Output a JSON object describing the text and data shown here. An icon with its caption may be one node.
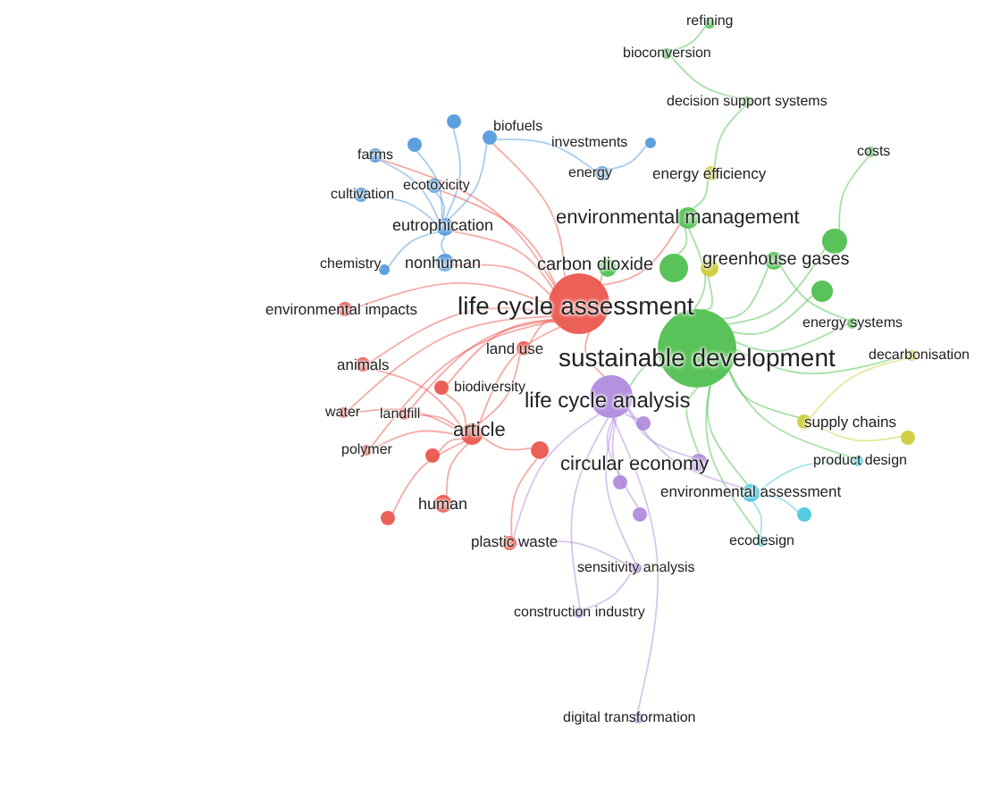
{
  "diagram": {
    "nodes": [
      {
        "text": [
          "refining"
        ]
      },
      {
        "text": [
          "bioconversion"
        ]
      },
      {
        "text": [
          "decision support systems"
        ]
      },
      {
        "text": [
          "biofuels"
        ]
      },
      {
        "text": [
          "investments"
        ]
      },
      {
        "text": [
          "costs"
        ]
      },
      {
        "text": [
          "farms"
        ]
      },
      {
        "text": [
          "energy"
        ]
      },
      {
        "text": [
          "energy efficiency"
        ]
      },
      {
        "text": [
          "ecotoxicity"
        ]
      },
      {
        "text": [
          "cultivation"
        ]
      },
      {
        "text": [
          "environmental management"
        ]
      },
      {
        "text": [
          "eutrophication"
        ]
      },
      {
        "text": [
          "greenhouse gases"
        ]
      },
      {
        "text": [
          "nonhuman"
        ]
      },
      {
        "text": [
          "chemistry"
        ]
      },
      {
        "text": [
          "carbon dioxide"
        ]
      },
      {
        "text": [
          "life cycle assessment"
        ]
      },
      {
        "text": [
          "environmental impacts"
        ]
      },
      {
        "text": [
          "energy systems"
        ]
      },
      {
        "text": [
          "land use"
        ]
      },
      {
        "text": [
          "sustainable development"
        ]
      },
      {
        "text": [
          "decarbonisation"
        ]
      },
      {
        "text": [
          "animals"
        ]
      },
      {
        "text": [
          "biodiversity"
        ]
      },
      {
        "text": [
          "life cycle analysis"
        ]
      },
      {
        "text": [
          "water"
        ]
      },
      {
        "text": [
          "landfill"
        ]
      },
      {
        "text": [
          "supply chains"
        ]
      },
      {
        "text": [
          "article"
        ]
      },
      {
        "text": [
          "polymer"
        ]
      },
      {
        "text": [
          "product design"
        ]
      },
      {
        "text": [
          "circular economy"
        ]
      },
      {
        "text": [
          "environmental assessment"
        ]
      },
      {
        "text": [
          "human"
        ]
      },
      {
        "text": [
          "ecodesign"
        ]
      },
      {
        "text": [
          "plastic waste"
        ]
      },
      {
        "text": [
          "sensitivity analysis"
        ]
      },
      {
        "text": [
          "construction industry"
        ]
      },
      {
        "text": [
          "digital transformation"
        ]
      },
      {
        "text": [],
        "shape": "circle"
      },
      {
        "text": [],
        "shape": "circle"
      },
      {
        "text": [],
        "shape": "circle"
      },
      {
        "text": [],
        "shape": "circle"
      },
      {
        "text": [],
        "shape": "circle"
      },
      {
        "text": [],
        "shape": "circle"
      },
      {
        "text": [],
        "shape": "circle"
      },
      {
        "text": [],
        "shape": "circle"
      },
      {
        "text": [],
        "shape": "circle"
      },
      {
        "text": [],
        "shape": "circle"
      },
      {
        "text": [],
        "shape": "circle"
      },
      {
        "text": [],
        "shape": "circle"
      },
      {
        "text": [],
        "shape": "circle"
      },
      {
        "text": [],
        "shape": "circle"
      }
    ],
    "edges": [
      {
        "from": 17,
        "to": 3,
        "arrow": "none",
        "color": "#e8443a"
      },
      {
        "from": 17,
        "to": 6,
        "arrow": "none",
        "color": "#e8443a"
      },
      {
        "from": 17,
        "to": 9,
        "arrow": "none",
        "color": "#e8443a"
      },
      {
        "from": 17,
        "to": 12,
        "arrow": "none",
        "color": "#e8443a"
      },
      {
        "from": 17,
        "to": 14,
        "arrow": "none",
        "color": "#e8443a"
      },
      {
        "from": 17,
        "to": 16,
        "arrow": "none",
        "color": "#e8443a"
      },
      {
        "from": 17,
        "to": 18,
        "arrow": "none",
        "color": "#e8443a"
      },
      {
        "from": 17,
        "to": 20,
        "arrow": "none",
        "color": "#e8443a"
      },
      {
        "from": 17,
        "to": 23,
        "arrow": "none",
        "color": "#e8443a"
      },
      {
        "from": 17,
        "to": 24,
        "arrow": "none",
        "color": "#e8443a"
      },
      {
        "from": 17,
        "to": 26,
        "arrow": "none",
        "color": "#e8443a"
      },
      {
        "from": 17,
        "to": 27,
        "arrow": "none",
        "color": "#e8443a"
      },
      {
        "from": 17,
        "to": 29,
        "arrow": "none",
        "color": "#e8443a"
      },
      {
        "from": 17,
        "to": 30,
        "arrow": "none",
        "color": "#e8443a"
      },
      {
        "from": 17,
        "to": 25,
        "arrow": "none",
        "color": "#e8443a"
      },
      {
        "from": 17,
        "to": 11,
        "arrow": "none",
        "color": "#e8443a"
      },
      {
        "from": 11,
        "to": 8,
        "arrow": "none",
        "color": "#3cb83c"
      },
      {
        "from": 21,
        "to": 11,
        "arrow": "none",
        "color": "#3cb83c"
      },
      {
        "from": 21,
        "to": 13,
        "arrow": "none",
        "color": "#3cb83c"
      },
      {
        "from": 21,
        "to": 19,
        "arrow": "none",
        "color": "#3cb83c"
      },
      {
        "from": 21,
        "to": 22,
        "arrow": "none",
        "color": "#3cb83c"
      },
      {
        "from": 21,
        "to": 28,
        "arrow": "none",
        "color": "#3cb83c"
      },
      {
        "from": 21,
        "to": 31,
        "arrow": "none",
        "color": "#3cb83c"
      },
      {
        "from": 21,
        "to": 33,
        "arrow": "none",
        "color": "#3cb83c"
      },
      {
        "from": 21,
        "to": 35,
        "arrow": "none",
        "color": "#3cb83c"
      },
      {
        "from": 21,
        "to": 32,
        "arrow": "none",
        "color": "#3cb83c"
      },
      {
        "from": 21,
        "to": 25,
        "arrow": "none",
        "color": "#3cb83c"
      },
      {
        "from": 21,
        "to": 51,
        "arrow": "none",
        "color": "#3cb83c"
      },
      {
        "from": 21,
        "to": 52,
        "arrow": "none",
        "color": "#3cb83c"
      },
      {
        "from": 21,
        "to": 49,
        "arrow": "none",
        "color": "#3cb83c"
      },
      {
        "from": 48,
        "to": 11,
        "arrow": "none",
        "color": "#3cb83c"
      },
      {
        "from": 7,
        "to": 3,
        "arrow": "none",
        "color": "#3f8fd8"
      },
      {
        "from": 7,
        "to": 4,
        "arrow": "none",
        "color": "#3f8fd8"
      },
      {
        "from": 25,
        "to": 32,
        "arrow": "none",
        "color": "#a77fd9"
      },
      {
        "from": 25,
        "to": 37,
        "arrow": "none",
        "color": "#a77fd9"
      },
      {
        "from": 25,
        "to": 38,
        "arrow": "none",
        "color": "#a77fd9"
      },
      {
        "from": 25,
        "to": 36,
        "arrow": "none",
        "color": "#a77fd9"
      },
      {
        "from": 25,
        "to": 45,
        "arrow": "none",
        "color": "#a77fd9"
      },
      {
        "from": 25,
        "to": 46,
        "arrow": "none",
        "color": "#a77fd9"
      },
      {
        "from": 25,
        "to": 47,
        "arrow": "none",
        "color": "#a77fd9"
      },
      {
        "from": 25,
        "to": 33,
        "arrow": "none",
        "color": "#a77fd9"
      },
      {
        "from": 39,
        "to": 25,
        "arrow": "none",
        "color": "#a77fd9"
      },
      {
        "from": 12,
        "to": 6,
        "arrow": "none",
        "color": "#3f8fd8"
      },
      {
        "from": 12,
        "to": 10,
        "arrow": "none",
        "color": "#3f8fd8"
      },
      {
        "from": 12,
        "to": 9,
        "arrow": "none",
        "color": "#3f8fd8"
      },
      {
        "from": 12,
        "to": 3,
        "arrow": "none",
        "color": "#3f8fd8"
      },
      {
        "from": 12,
        "to": 14,
        "arrow": "none",
        "color": "#3f8fd8"
      },
      {
        "from": 12,
        "to": 15,
        "arrow": "none",
        "color": "#3f8fd8"
      },
      {
        "from": 12,
        "to": 43,
        "arrow": "none",
        "color": "#3f8fd8"
      },
      {
        "from": 12,
        "to": 41,
        "arrow": "none",
        "color": "#3f8fd8"
      },
      {
        "from": 29,
        "to": 23,
        "arrow": "none",
        "color": "#e8443a"
      },
      {
        "from": 29,
        "to": 26,
        "arrow": "none",
        "color": "#e8443a"
      },
      {
        "from": 29,
        "to": 27,
        "arrow": "none",
        "color": "#e8443a"
      },
      {
        "from": 29,
        "to": 30,
        "arrow": "none",
        "color": "#e8443a"
      },
      {
        "from": 29,
        "to": 34,
        "arrow": "none",
        "color": "#e8443a"
      },
      {
        "from": 29,
        "to": 40,
        "arrow": "none",
        "color": "#e8443a"
      },
      {
        "from": 29,
        "to": 42,
        "arrow": "none",
        "color": "#e8443a"
      },
      {
        "from": 29,
        "to": 44,
        "arrow": "none",
        "color": "#e8443a"
      },
      {
        "from": 29,
        "to": 24,
        "arrow": "none",
        "color": "#e8443a"
      },
      {
        "from": 29,
        "to": 20,
        "arrow": "none",
        "color": "#e8443a"
      },
      {
        "from": 44,
        "to": 36,
        "arrow": "none",
        "color": "#e8443a"
      },
      {
        "from": 1,
        "to": 0,
        "arrow": "none",
        "color": "#3cb83c"
      },
      {
        "from": 1,
        "to": 2,
        "arrow": "none",
        "color": "#3cb83c"
      },
      {
        "from": 2,
        "to": 8,
        "arrow": "none",
        "color": "#3cb83c"
      },
      {
        "from": 5,
        "to": 52,
        "arrow": "none",
        "color": "#3cb83c"
      },
      {
        "from": 13,
        "to": 19,
        "arrow": "none",
        "color": "#3cb83c"
      },
      {
        "from": 22,
        "to": 28,
        "arrow": "none",
        "color": "#c8c825"
      },
      {
        "from": 28,
        "to": 53,
        "arrow": "none",
        "color": "#c8c825"
      },
      {
        "from": 31,
        "to": 33,
        "arrow": "none",
        "color": "#35c2dc"
      },
      {
        "from": 35,
        "to": 33,
        "arrow": "none",
        "color": "#35c2dc"
      },
      {
        "from": 50,
        "to": 33,
        "arrow": "none",
        "color": "#35c2dc"
      },
      {
        "from": 38,
        "to": 37,
        "arrow": "none",
        "color": "#a77fd9"
      },
      {
        "from": 37,
        "to": 36,
        "arrow": "none",
        "color": "#a77fd9"
      }
    ]
  }
}
